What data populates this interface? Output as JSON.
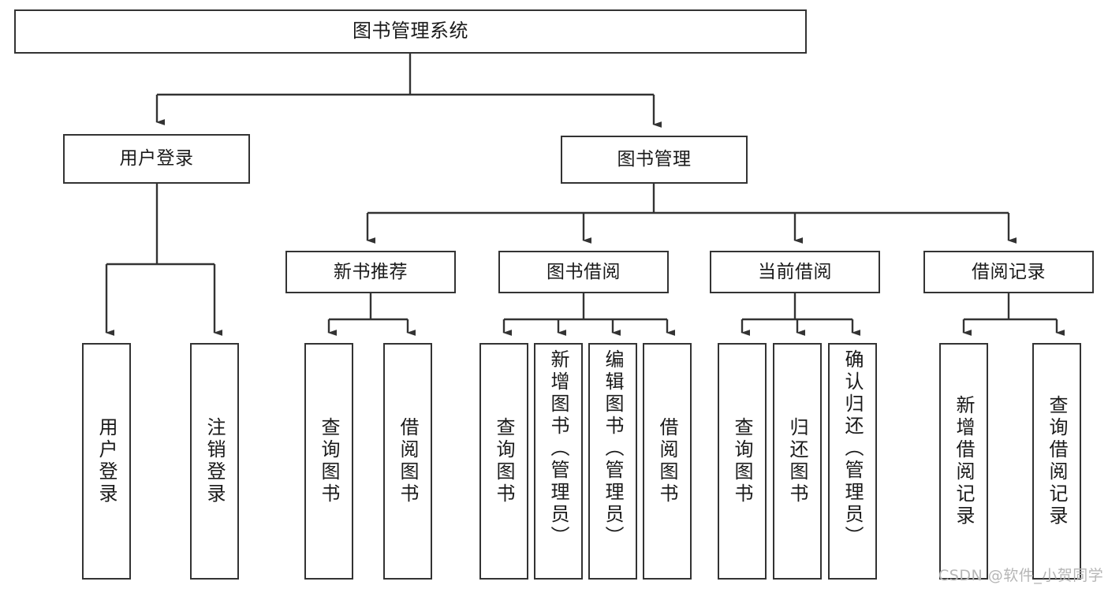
{
  "diagram": {
    "title": "图书管理系统",
    "type": "tree-hierarchy-diagram",
    "watermark": "CSDN @软件_小贺同学",
    "colors": {
      "node_border": "#333333",
      "node_fill": "#ffffff",
      "edge": "#333333",
      "text": "#1a1a1a",
      "watermark": "#b6b6b6",
      "background": "#ffffff"
    }
  },
  "nodes": {
    "root": {
      "label": "图书管理系统"
    },
    "level2": [
      {
        "id": "user-login",
        "label": "用户登录"
      },
      {
        "id": "book-manage",
        "label": "图书管理"
      }
    ],
    "level3": [
      {
        "id": "new-book-recommend",
        "label": "新书推荐"
      },
      {
        "id": "book-borrow",
        "label": "图书借阅"
      },
      {
        "id": "current-borrow",
        "label": "当前借阅"
      },
      {
        "id": "borrow-record",
        "label": "借阅记录"
      }
    ],
    "leaves": [
      {
        "id": "leaf-user-login",
        "label": "用户登录",
        "parent": "user-login"
      },
      {
        "id": "leaf-logout-login",
        "label": "注销登录",
        "parent": "user-login"
      },
      {
        "id": "leaf-query-book-1",
        "label": "查询图书",
        "parent": "new-book-recommend"
      },
      {
        "id": "leaf-borrow-book-1",
        "label": "借阅图书",
        "parent": "new-book-recommend"
      },
      {
        "id": "leaf-query-book-2",
        "label": "查询图书",
        "parent": "book-borrow"
      },
      {
        "id": "leaf-add-book-admin",
        "label": "新增图书（管理员）",
        "parent": "book-borrow"
      },
      {
        "id": "leaf-edit-book-admin",
        "label": "编辑图书（管理员）",
        "parent": "book-borrow"
      },
      {
        "id": "leaf-borrow-book-2",
        "label": "借阅图书",
        "parent": "book-borrow"
      },
      {
        "id": "leaf-query-book-3",
        "label": "查询图书",
        "parent": "current-borrow"
      },
      {
        "id": "leaf-return-book",
        "label": "归还图书",
        "parent": "current-borrow"
      },
      {
        "id": "leaf-confirm-return-admin",
        "label": "确认归还（管理员）",
        "parent": "current-borrow"
      },
      {
        "id": "leaf-add-borrow-record",
        "label": "新增借阅记录",
        "parent": "borrow-record"
      },
      {
        "id": "leaf-query-borrow-record",
        "label": "查询借阅记录",
        "parent": "borrow-record"
      }
    ]
  }
}
